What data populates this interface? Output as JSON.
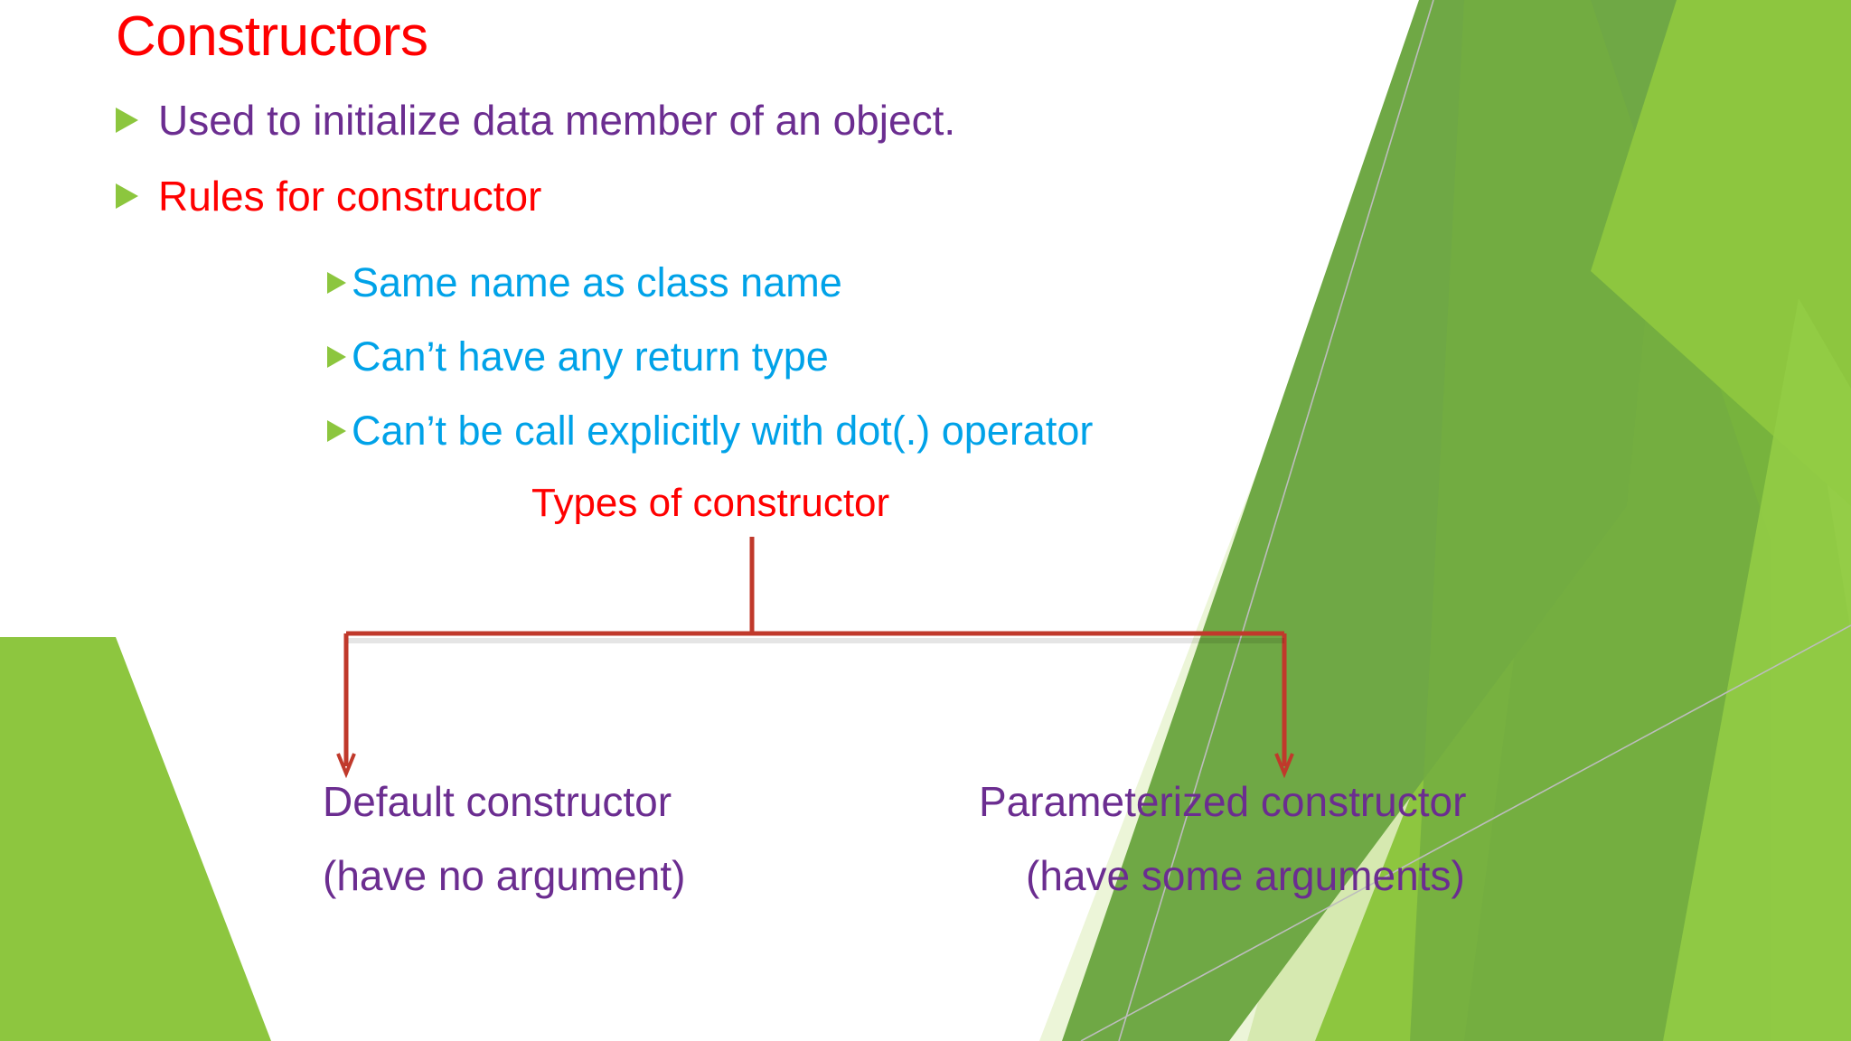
{
  "slide": {
    "title": "Constructors",
    "title_color": "#FF0000",
    "background_color": "#FFFFFF"
  },
  "bullets_level1": [
    {
      "text": "Used to initialize data member of an object.",
      "color": "#6B2D90",
      "marker": "green-triangle-bullet"
    },
    {
      "text": "Rules for constructor",
      "color": "#FF0000",
      "marker": "green-triangle-bullet"
    }
  ],
  "bullets_level2": [
    {
      "text": "Same name as class name",
      "color": "#00A2E8",
      "marker": "green-triangle-bullet"
    },
    {
      "text": "Can’t have any return type",
      "color": "#00A2E8",
      "marker": "green-triangle-bullet"
    },
    {
      "text": "Can’t be call explicitly with dot(.) operator",
      "color": "#00A2E8",
      "marker": "green-triangle-bullet"
    }
  ],
  "diagram": {
    "root_label": "Types of constructor",
    "root_color": "#FF0000",
    "connector_color": "#C0392B",
    "branches": [
      {
        "title": "Default constructor",
        "subtitle": "(have no argument)",
        "color": "#6B2D90"
      },
      {
        "title": "Parameterized constructor",
        "subtitle": "(have some arguments)",
        "color": "#6B2D90"
      }
    ]
  },
  "decoration": {
    "name": "green-angular-ribbons",
    "colors": {
      "dark_green": "#6FA845",
      "mid_green": "#77B33D",
      "bright_green": "#8DC63F",
      "light_green": "#A6D45C",
      "pale_green": "#D6E9B0",
      "very_pale_green": "#ECF5D8",
      "hairline": "#BDBDBD"
    }
  }
}
